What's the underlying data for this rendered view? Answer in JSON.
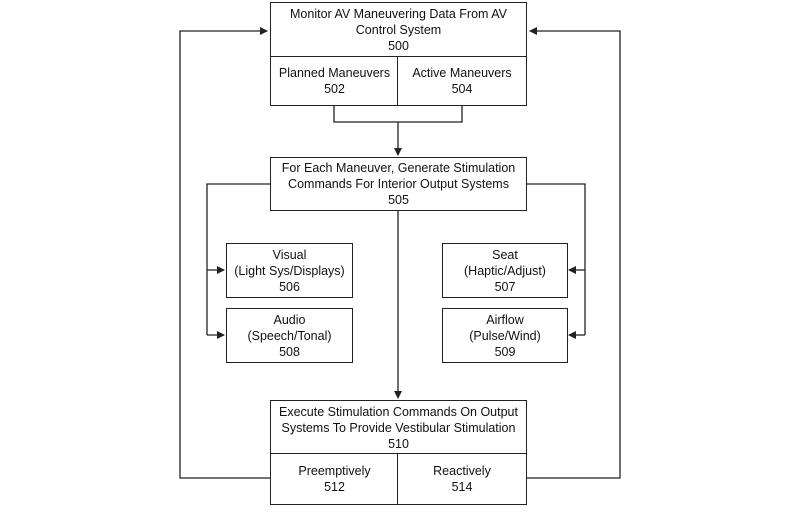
{
  "nodes": {
    "n500": {
      "lines": [
        "Monitor AV Maneuvering Data From AV",
        "Control System"
      ],
      "ref": "500"
    },
    "n502": {
      "lines": [
        "Planned Maneuvers"
      ],
      "ref": "502"
    },
    "n504": {
      "lines": [
        "Active Maneuvers"
      ],
      "ref": "504"
    },
    "n505": {
      "lines": [
        "For Each Maneuver, Generate Stimulation",
        "Commands For Interior Output Systems"
      ],
      "ref": "505"
    },
    "n506": {
      "lines": [
        "Visual",
        "(Light Sys/Displays)"
      ],
      "ref": "506"
    },
    "n507": {
      "lines": [
        "Seat",
        "(Haptic/Adjust)"
      ],
      "ref": "507"
    },
    "n508": {
      "lines": [
        "Audio",
        "(Speech/Tonal)"
      ],
      "ref": "508"
    },
    "n509": {
      "lines": [
        "Airflow",
        "(Pulse/Wind)"
      ],
      "ref": "509"
    },
    "n510": {
      "lines": [
        "Execute Stimulation Commands On Output",
        "Systems To Provide Vestibular Stimulation"
      ],
      "ref": "510"
    },
    "n512": {
      "lines": [
        "Preemptively"
      ],
      "ref": "512"
    },
    "n514": {
      "lines": [
        "Reactively"
      ],
      "ref": "514"
    }
  },
  "colors": {
    "line": "#222222",
    "text": "#111111",
    "background": "#ffffff"
  }
}
